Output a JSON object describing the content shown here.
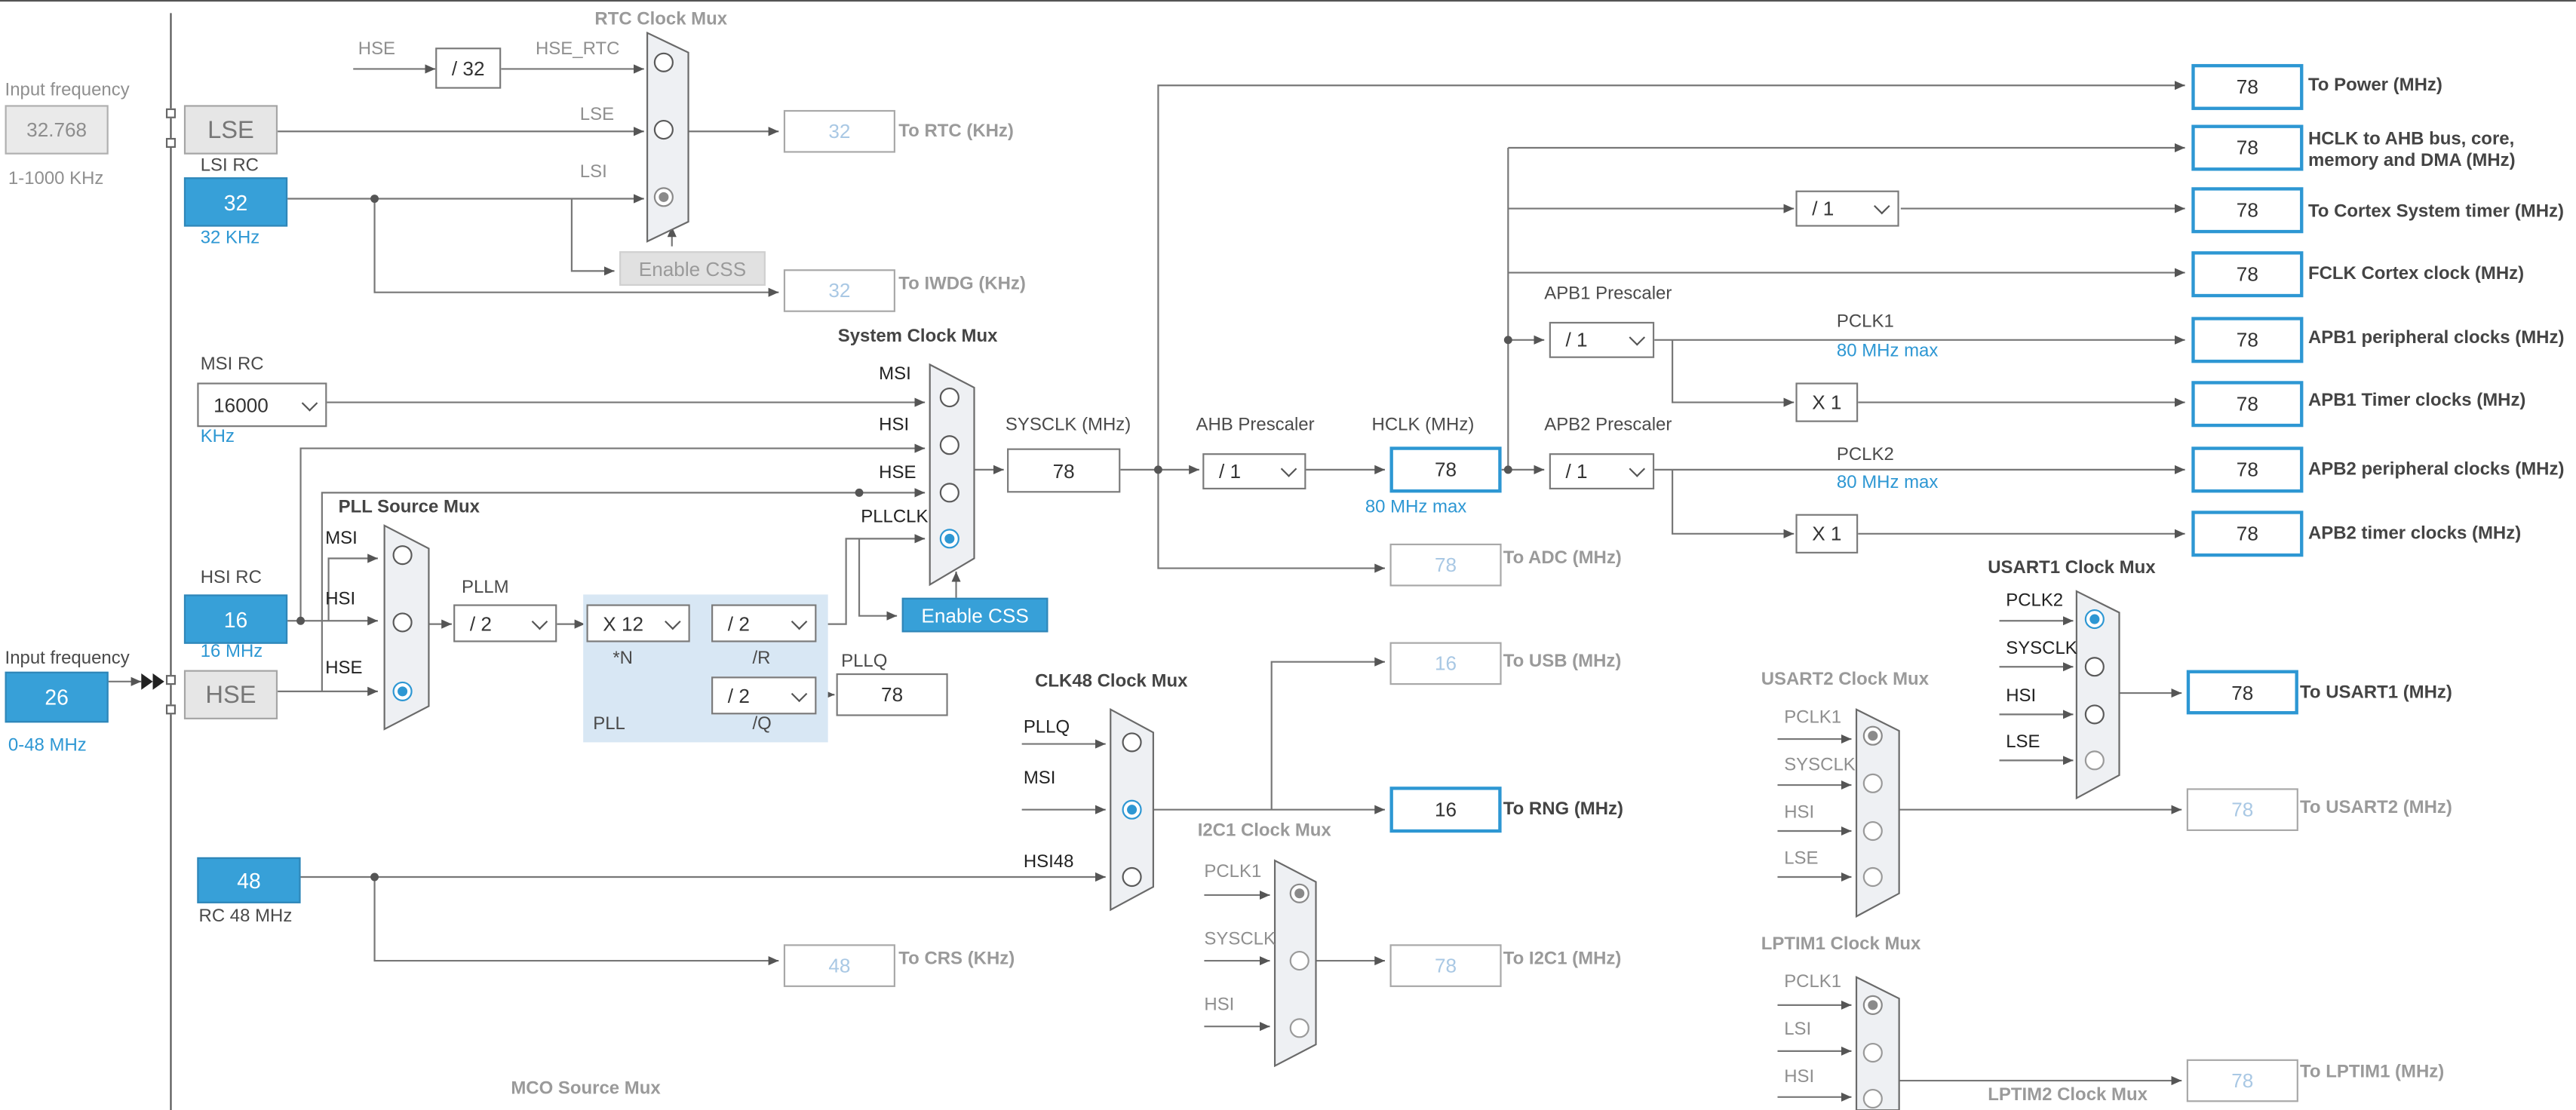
{
  "input_left": {
    "label": "Input frequency",
    "value": "32.768",
    "range": "1-1000 KHz"
  },
  "lse": {
    "label": "LSE"
  },
  "lsi": {
    "title": "LSI RC",
    "value": "32",
    "unit": "32 KHz"
  },
  "hse_top": {
    "hse": "HSE",
    "div": "/ 32",
    "hse_rtc": "HSE_RTC"
  },
  "rtc_mux": {
    "title": "RTC Clock Mux",
    "in_lse": "LSE",
    "in_lsi": "LSI",
    "enable_css": "Enable CSS",
    "rtc_value": "32",
    "rtc_label": "To RTC (KHz)",
    "iwdg_value": "32",
    "iwdg_label": "To IWDG (KHz)"
  },
  "msi": {
    "title": "MSI RC",
    "value": "16000",
    "unit": "KHz"
  },
  "hsi": {
    "title": "HSI RC",
    "value": "16",
    "unit": "16 MHz"
  },
  "input_hse": {
    "label": "Input frequency",
    "value": "26",
    "range": "0-48 MHz",
    "hse": "HSE"
  },
  "pll_src": {
    "title": "PLL Source Mux",
    "in": [
      "MSI",
      "HSI",
      "HSE"
    ]
  },
  "pll": {
    "pllm_label": "PLLM",
    "pllm": "/ 2",
    "n": "X 12",
    "n_label": "*N",
    "r": "/ 2",
    "r_label": "/R",
    "q": "/ 2",
    "q_label": "/Q",
    "label": "PLL",
    "pllq_label": "PLLQ",
    "pllq_value": "78"
  },
  "sys_mux": {
    "title": "System Clock Mux",
    "in": [
      "MSI",
      "HSI",
      "HSE",
      "PLLCLK"
    ],
    "enable_css": "Enable CSS"
  },
  "sysclk": {
    "label": "SYSCLK (MHz)",
    "value": "78"
  },
  "ahb": {
    "label": "AHB Prescaler",
    "value": "/ 1"
  },
  "hclk": {
    "label": "HCLK (MHz)",
    "value": "78",
    "max": "80 MHz max"
  },
  "apb1": {
    "label": "APB1 Prescaler",
    "value": "/ 1",
    "pclk": "PCLK1",
    "max": "80 MHz max",
    "timer_mult": "X 1"
  },
  "apb2": {
    "label": "APB2 Prescaler",
    "value": "/ 1",
    "pclk": "PCLK2",
    "max": "80 MHz max",
    "timer_mult": "X 1"
  },
  "cortex_div": "/ 1",
  "outputs": {
    "power": {
      "value": "78",
      "label": "To Power (MHz)"
    },
    "hclk_ahb": {
      "value": "78",
      "label1": "HCLK to AHB bus, core,",
      "label2": "memory and DMA (MHz)"
    },
    "cortex_timer": {
      "value": "78",
      "label": "To Cortex System timer (MHz)"
    },
    "fclk": {
      "value": "78",
      "label": "FCLK Cortex clock (MHz)"
    },
    "apb1_periph": {
      "value": "78",
      "label": "APB1 peripheral clocks (MHz)"
    },
    "apb1_timer": {
      "value": "78",
      "label": "APB1 Timer clocks (MHz)"
    },
    "apb2_periph": {
      "value": "78",
      "label": "APB2 peripheral clocks (MHz)"
    },
    "apb2_timer": {
      "value": "78",
      "label": "APB2 timer clocks (MHz)"
    },
    "adc": {
      "value": "78",
      "label": "To ADC (MHz)"
    },
    "usb": {
      "value": "16",
      "label": "To USB (MHz)"
    },
    "rng": {
      "value": "16",
      "label": "To RNG (MHz)"
    },
    "i2c1": {
      "value": "78",
      "label": "To I2C1 (MHz)"
    },
    "crs": {
      "value": "48",
      "label": "To CRS (KHz)"
    },
    "usart1": {
      "value": "78",
      "label": "To USART1 (MHz)"
    },
    "usart2": {
      "value": "78",
      "label": "To USART2 (MHz)"
    },
    "lptim1": {
      "value": "78",
      "label": "To LPTIM1 (MHz)"
    }
  },
  "clk48": {
    "title": "CLK48 Clock Mux",
    "in": [
      "PLLQ",
      "MSI",
      "HSI48"
    ]
  },
  "rc48": {
    "value": "48",
    "label": "RC 48 MHz"
  },
  "i2c1_mux": {
    "title": "I2C1 Clock Mux",
    "in": [
      "PCLK1",
      "SYSCLK",
      "HSI"
    ]
  },
  "usart1_mux": {
    "title": "USART1 Clock Mux",
    "in": [
      "PCLK2",
      "SYSCLK",
      "HSI",
      "LSE"
    ]
  },
  "usart2_mux": {
    "title": "USART2 Clock Mux",
    "in": [
      "PCLK1",
      "SYSCLK",
      "HSI",
      "LSE"
    ]
  },
  "lptim1_mux": {
    "title": "LPTIM1 Clock Mux",
    "in": [
      "PCLK1",
      "LSI",
      "HSI"
    ]
  },
  "lptim2_title": "LPTIM2 Clock Mux",
  "mco_title": "MCO Source Mux"
}
